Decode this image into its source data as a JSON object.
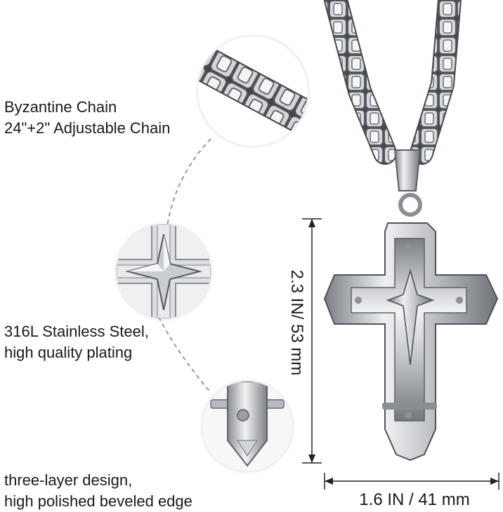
{
  "callouts": {
    "chain": {
      "line1": "Byzantine Chain",
      "line2": "24\"+2\" Adjustable Chain"
    },
    "steel": {
      "line1": "316L Stainless Steel,",
      "line2": "high quality plating"
    },
    "design": {
      "line1": "three-layer design,",
      "line2": "high polished beveled edge"
    }
  },
  "dimensions": {
    "height": "2.3 IN/ 53 mm",
    "width": "1.6 IN / 41 mm"
  },
  "colors": {
    "background": "#ffffff",
    "metal_light": "#e8e9eb",
    "metal_mid": "#b9bcc0",
    "metal_dark": "#6f7378",
    "text": "#1a1a1a",
    "dash": "#9a9a9a"
  }
}
